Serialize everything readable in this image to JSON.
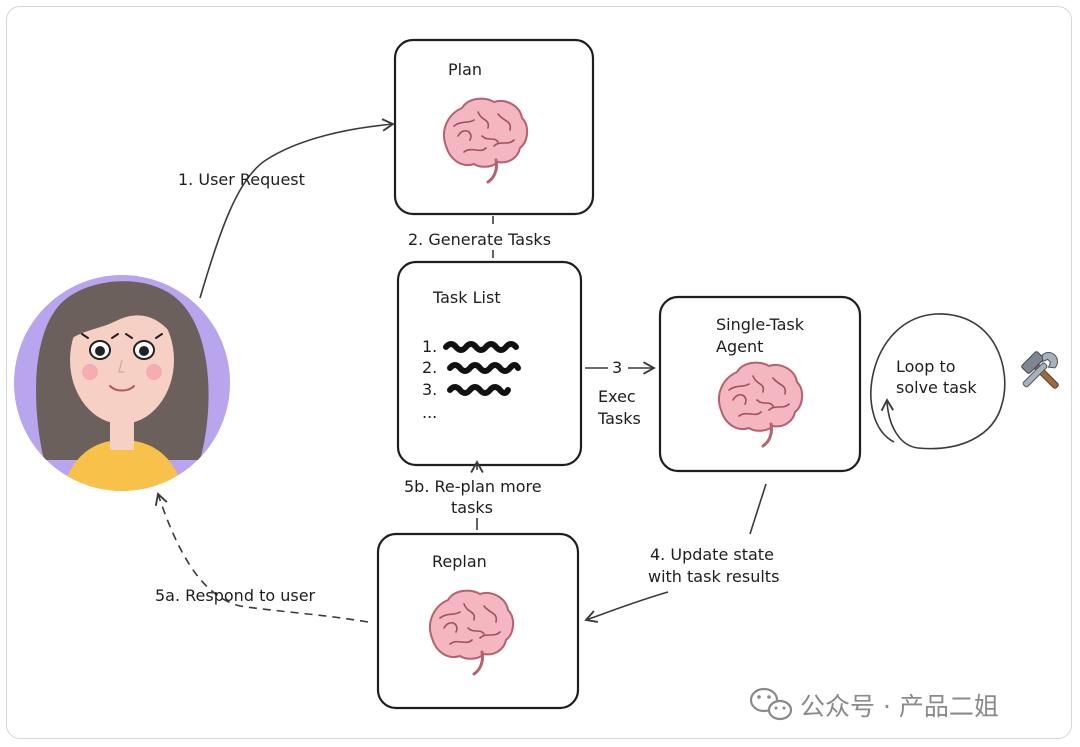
{
  "boxes": {
    "plan": "Plan",
    "task_list": "Task List",
    "single_task_agent_line1": "Single-Task",
    "single_task_agent_line2": "Agent",
    "replan": "Replan"
  },
  "task_list_items": [
    "1.",
    "2.",
    "3.",
    "..."
  ],
  "loop": {
    "line1": "Loop to",
    "line2": "solve task"
  },
  "edges": {
    "user_request": "1. User Request",
    "generate_tasks": "2. Generate Tasks",
    "exec_number": "3",
    "exec_line1": "Exec",
    "exec_line2": "Tasks",
    "update_line1": "4. Update state",
    "update_line2": "with task results",
    "respond": "5a. Respond to user",
    "replan_more_line1": "5b. Re-plan more",
    "replan_more_line2": "tasks"
  },
  "icons": {
    "brain": "brain-icon",
    "tools": "hammer-wrench-icon",
    "user": "user-avatar",
    "wechat": "wechat-icon"
  },
  "watermark": "公众号 · 产品二姐",
  "colors": {
    "brain_fill": "#f4b6c0",
    "brain_stroke": "#b6616f",
    "avatar_bg": "#b9a4ee",
    "hair": "#6b605c",
    "skin": "#f7d0c5",
    "shirt": "#f7c14a"
  }
}
